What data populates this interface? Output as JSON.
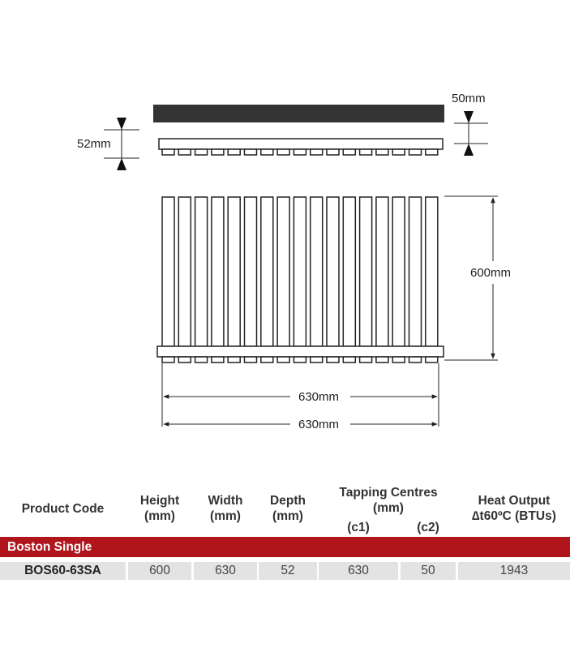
{
  "dimensions": {
    "top_width": "50mm",
    "depth": "52mm",
    "height": "600mm",
    "width_outer": "630mm",
    "width_inner": "630mm"
  },
  "table": {
    "headers": {
      "product_code": "Product Code",
      "height": [
        "Height",
        "(mm)"
      ],
      "width": [
        "Width",
        "(mm)"
      ],
      "depth": [
        "Depth",
        "(mm)"
      ],
      "tapping_centres": [
        "Tapping Centres",
        "(mm)"
      ],
      "c1": "(c1)",
      "c2": "(c2)",
      "heat_output": [
        "Heat Output",
        "∆t60ºC (BTUs)"
      ]
    },
    "section_title": "Boston Single",
    "rows": [
      {
        "code": "BOS60-63SA",
        "height": "600",
        "width": "630",
        "depth": "52",
        "c1": "630",
        "c2": "50",
        "heat_output": "1943"
      }
    ]
  },
  "colors": {
    "band": "#b0151c",
    "row_bg": "#e3e3e3",
    "top_bar": "#333333",
    "stroke": "#222222"
  }
}
